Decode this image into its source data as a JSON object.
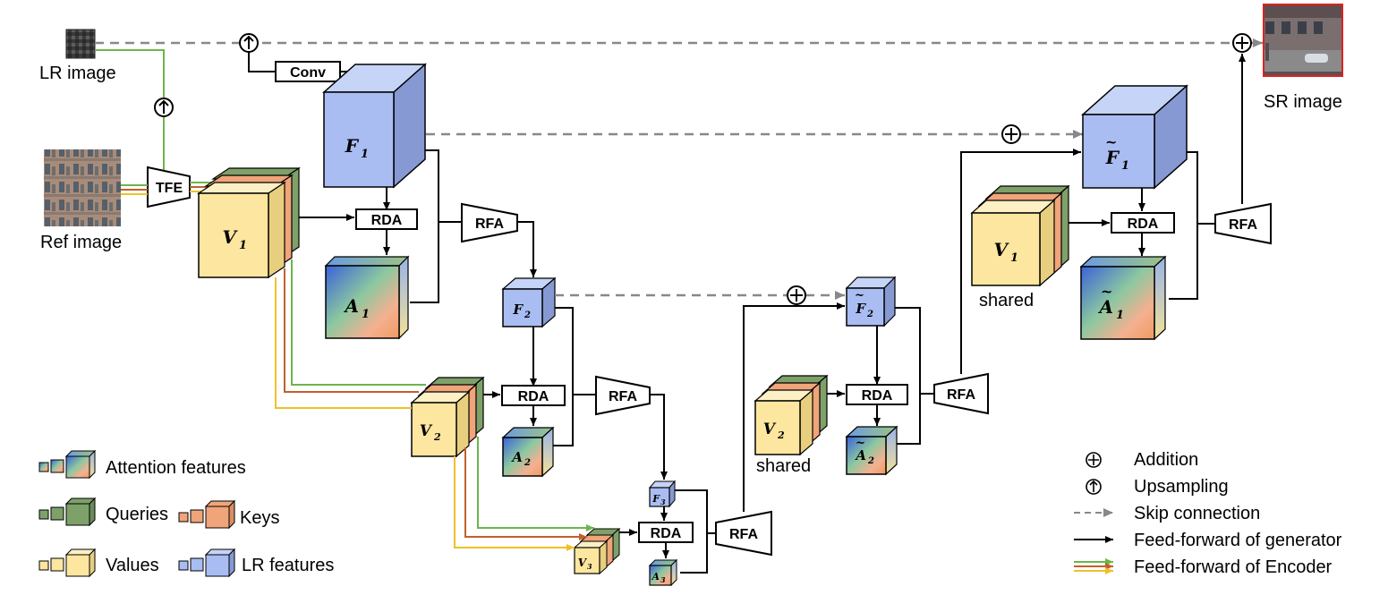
{
  "inputs": {
    "lr": "LR image",
    "ref": "Ref image",
    "sr": "SR image"
  },
  "modules": {
    "tfe": "TFE",
    "conv": "Conv",
    "rda": "RDA",
    "rfa": "RFA"
  },
  "features": {
    "f1": "F",
    "f1_sub": "1",
    "v1": "V",
    "v1_sub": "1",
    "a1": "A",
    "a1_sub": "1",
    "f2": "F",
    "f2_sub": "2",
    "v2": "V",
    "v2_sub": "2",
    "a2": "A",
    "a2_sub": "2",
    "f3": "F",
    "f3_sub": "3",
    "v3": "V",
    "v3_sub": "3",
    "a3": "A",
    "a3_sub": "3",
    "tf1": "F",
    "tf1_sub": "1",
    "ta1": "A",
    "ta1_sub": "1",
    "tf2": "F",
    "tf2_sub": "2",
    "ta2": "A",
    "ta2_sub": "2",
    "sv1": "V",
    "sv1_sub": "1",
    "sv2": "V",
    "sv2_sub": "2"
  },
  "shared_label": "shared",
  "legend_left": [
    {
      "label": "Attention features"
    },
    {
      "label": "Queries"
    },
    {
      "label": "Keys"
    },
    {
      "label": "Values"
    },
    {
      "label": "LR features"
    }
  ],
  "legend_right": [
    {
      "label": "Addition"
    },
    {
      "label": "Upsampling"
    },
    {
      "label": "Skip connection"
    },
    {
      "label": "Feed-forward of generator"
    },
    {
      "label": "Feed-forward of Encoder"
    }
  ],
  "colors": {
    "lr_front": "#a9bdf3",
    "lr_top": "#c6d4f8",
    "lr_side": "#8799d3",
    "value_front": "#fde69f",
    "value_top": "#fdf0c4",
    "value_side": "#e8cf7f",
    "key": "#f0a47a",
    "query": "#7ea169",
    "green_line": "#6cb54b",
    "orange_line": "#c0612b",
    "yellow_line": "#f0c02a",
    "skip": "#888888",
    "sr_border": "#e02020"
  }
}
